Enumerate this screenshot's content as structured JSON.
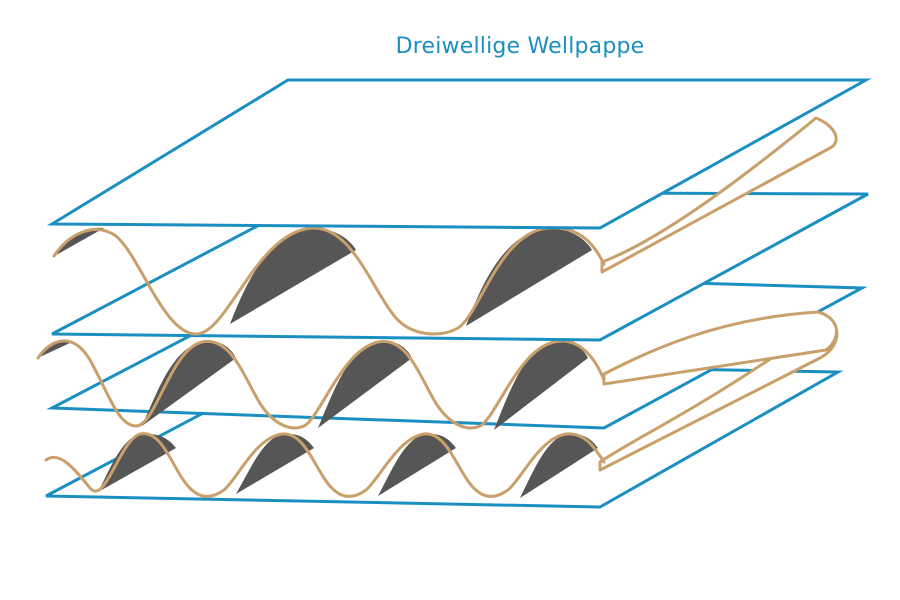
{
  "title": "Dreiwellige Wellpappe",
  "colors": {
    "liner": "#1b8fc2",
    "flute": "#c9a06b",
    "shadow": "#565656",
    "fill": "#ffffff",
    "title": "#1b8fc2"
  },
  "structure": {
    "flute_layers": 3,
    "liner_sheets": 4
  }
}
